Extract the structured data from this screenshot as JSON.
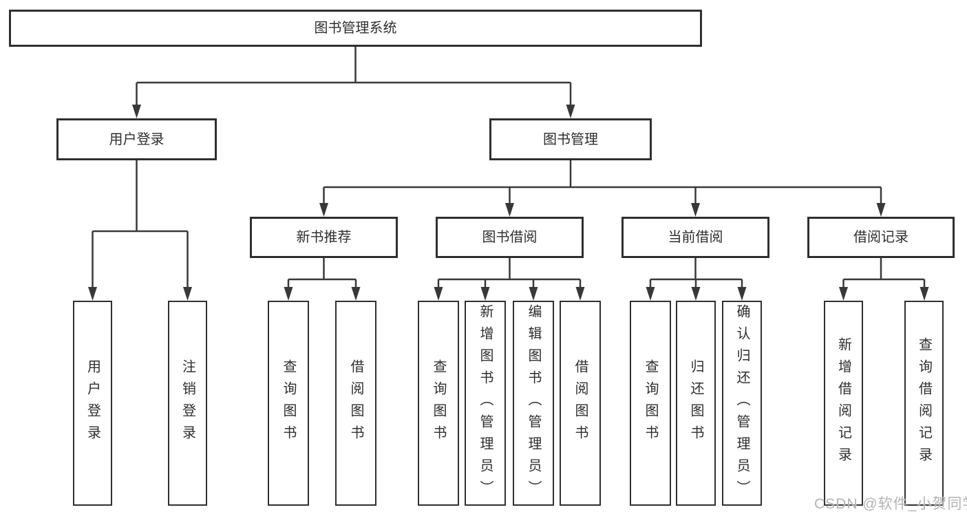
{
  "root": {
    "label": "图书管理系统"
  },
  "branches": [
    {
      "label": "用户登录",
      "leaves": [
        {
          "label": "用户登录"
        },
        {
          "label": "注销登录"
        }
      ]
    },
    {
      "label": "图书管理",
      "sections": [
        {
          "label": "新书推荐",
          "leaves": [
            {
              "label": "查询图书"
            },
            {
              "label": "借阅图书"
            }
          ]
        },
        {
          "label": "图书借阅",
          "leaves": [
            {
              "label": "查询图书"
            },
            {
              "label": "新增图书（管理员）"
            },
            {
              "label": "编辑图书（管理员）"
            },
            {
              "label": "借阅图书"
            }
          ]
        },
        {
          "label": "当前借阅",
          "leaves": [
            {
              "label": "查询图书"
            },
            {
              "label": "归还图书"
            },
            {
              "label": "确认归还（管理员）"
            }
          ]
        },
        {
          "label": "借阅记录",
          "leaves": [
            {
              "label": "新增借阅记录"
            },
            {
              "label": "查询借阅记录"
            }
          ]
        }
      ]
    }
  ],
  "watermark": {
    "text": "CSDN @软件_小贺同学"
  },
  "colors": {
    "line": "#383838",
    "border": "#2f2f2f",
    "text": "#2e2e2e",
    "background": "#ffffff",
    "watermark": "#acacac"
  }
}
